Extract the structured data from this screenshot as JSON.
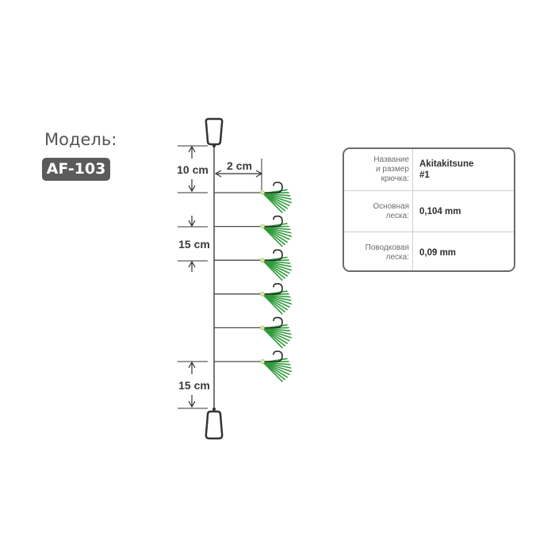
{
  "model": {
    "label": "Модель:",
    "code": "AF-103"
  },
  "dimensions": {
    "top_gap": "10 cm",
    "leader_length": "2 cm",
    "spacing": "15 cm",
    "bottom_gap": "15 cm"
  },
  "rig": {
    "hook_count": 6,
    "colors": {
      "line": "#4a4a4a",
      "swivel": "#3a3a3a",
      "skirt": "#2e9b3a",
      "bead": "#d7e9a4"
    }
  },
  "specs": [
    {
      "label": "Название\nи размер\nкрючка:",
      "value": "Akitakitsune\n#1"
    },
    {
      "label": "Основная\nлеска:",
      "value": "0,104 mm"
    },
    {
      "label": "Поводковая\nлеска:",
      "value": "0,09 mm"
    }
  ]
}
